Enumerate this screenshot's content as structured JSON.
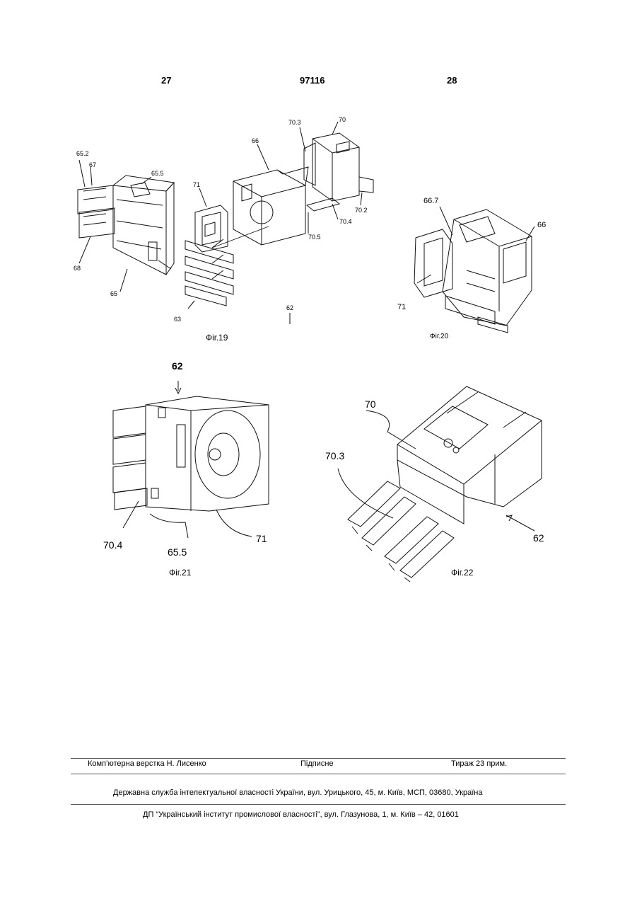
{
  "header": {
    "left_page": "27",
    "patent_number": "97116",
    "right_page": "28"
  },
  "figures": {
    "fig19": {
      "caption": "Фіг.19",
      "labels": {
        "l65_2": "65.2",
        "l67": "67",
        "l65_5": "65.5",
        "l66": "66",
        "l70_3": "70.3",
        "l70": "70",
        "l71": "71",
        "l70_2": "70.2",
        "l70_4": "70.4",
        "l70_5": "70.5",
        "l68": "68",
        "l65": "65",
        "l63": "63",
        "l62": "62"
      }
    },
    "fig20": {
      "caption": "Фіг.20",
      "labels": {
        "l66_7": "66.7",
        "l66": "66",
        "l71": "71"
      }
    },
    "fig21": {
      "caption": "Фіг.21",
      "labels": {
        "l62": "62",
        "l70_4": "70.4",
        "l65_5": "65.5",
        "l71": "71"
      }
    },
    "fig22": {
      "caption": "Фіг.22",
      "labels": {
        "l70": "70",
        "l70_3": "70.3",
        "l62": "62"
      }
    }
  },
  "footer": {
    "typesetting": "Комп’ютерна верстка Н. Лисенко",
    "subscription": "Підписне",
    "circulation": "Тираж 23 прим.",
    "office": "Державна служба інтелектуальної власності України, вул. Урицького, 45, м. Київ, МСП, 03680, Україна",
    "institute": "ДП “Український інститут промислової власності”, вул. Глазунова, 1, м. Київ – 42, 01601"
  }
}
